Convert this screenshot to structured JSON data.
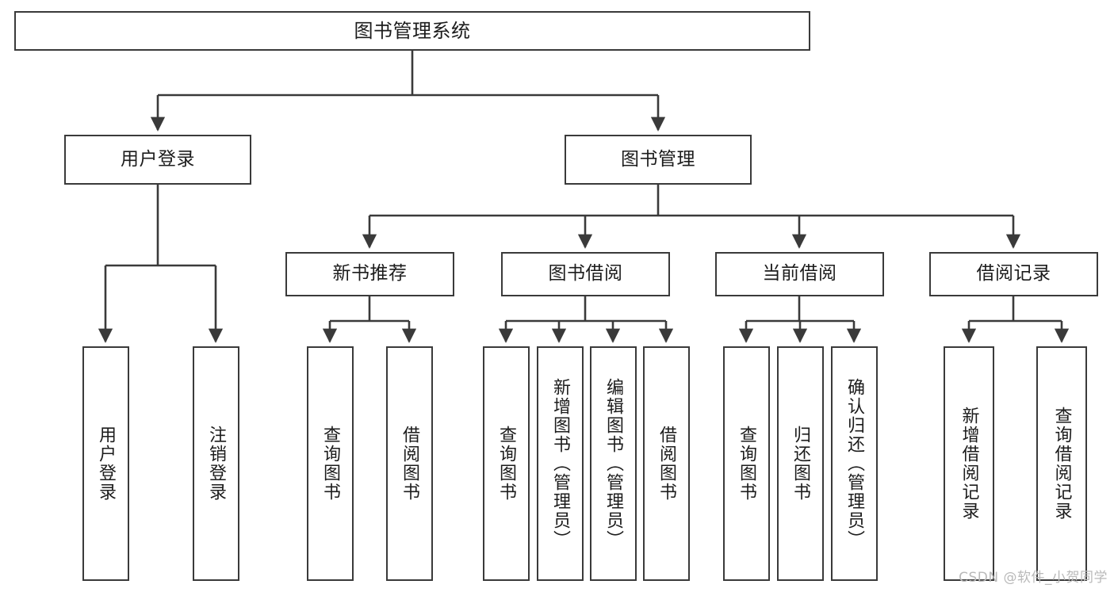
{
  "diagram": {
    "title_node": {
      "label": "图书管理系统"
    },
    "level2": [
      {
        "id": "user-login",
        "label": "用户登录"
      },
      {
        "id": "book-management",
        "label": "图书管理"
      }
    ],
    "level3": [
      {
        "id": "new-book-recommend",
        "label": "新书推荐"
      },
      {
        "id": "book-borrow",
        "label": "图书借阅"
      },
      {
        "id": "current-borrow",
        "label": "当前借阅"
      },
      {
        "id": "borrow-record",
        "label": "借阅记录"
      }
    ],
    "leaves": {
      "user_login": [
        {
          "id": "leaf-user-login",
          "label": "用户登录"
        },
        {
          "id": "leaf-logout-login",
          "label": "注销登录"
        }
      ],
      "new_book_recommend": [
        {
          "id": "leaf-query-book-a",
          "label": "查询图书"
        },
        {
          "id": "leaf-borrow-book-a",
          "label": "借阅图书"
        }
      ],
      "book_borrow": [
        {
          "id": "leaf-query-book-b",
          "label": "查询图书"
        },
        {
          "id": "leaf-add-book",
          "label": "新增图书（管理员）"
        },
        {
          "id": "leaf-edit-book",
          "label": "编辑图书（管理员）"
        },
        {
          "id": "leaf-borrow-book-b",
          "label": "借阅图书"
        }
      ],
      "current_borrow": [
        {
          "id": "leaf-query-book-c",
          "label": "查询图书"
        },
        {
          "id": "leaf-return-book",
          "label": "归还图书"
        },
        {
          "id": "leaf-confirm-return",
          "label": "确认归还（管理员）"
        }
      ],
      "borrow_record": [
        {
          "id": "leaf-add-borrow-record",
          "label": "新增借阅记录"
        },
        {
          "id": "leaf-query-borrow-record",
          "label": "查询借阅记录"
        }
      ]
    }
  },
  "watermark": {
    "text": "CSDN @软件_小贺同学"
  },
  "colors": {
    "stroke": "#3a3a3a",
    "background": "#ffffff",
    "text": "#1c1c1c",
    "watermark": "#b9b9b9"
  }
}
